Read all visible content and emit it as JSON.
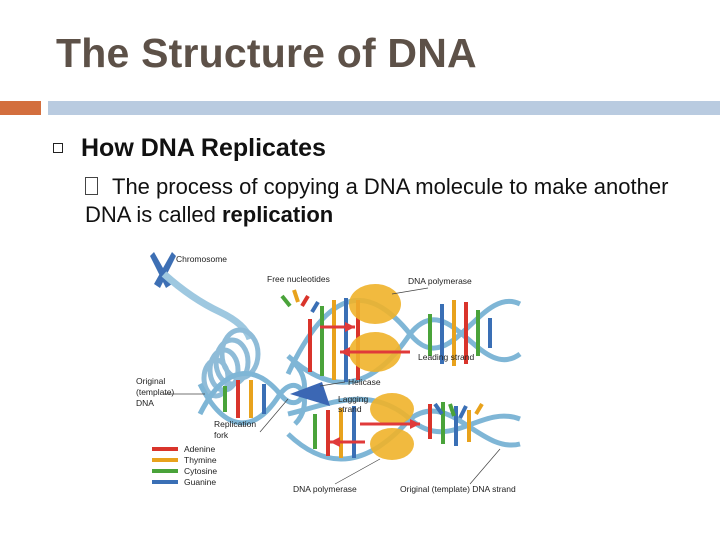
{
  "slide": {
    "title": "The Structure of DNA",
    "heading": "How DNA Replicates",
    "body_text": "The process of copying a DNA molecule to make another DNA is called ",
    "body_emphasis": "replication"
  },
  "figure": {
    "labels": {
      "chromosome": "Chromosome",
      "free_nucleotides": "Free nucleotides",
      "dna_polymerase_top": "DNA polymerase",
      "leading_strand": "Leading strand",
      "original_dna": [
        "Original",
        "(template)",
        "DNA"
      ],
      "helicase": "Helicase",
      "lagging_strand": [
        "Lagging",
        "strand"
      ],
      "replication_fork": [
        "Replication",
        "fork"
      ],
      "dna_polymerase_bottom": "DNA polymerase",
      "original_strand_bottom": "Original (template) DNA strand"
    },
    "legend": [
      {
        "name": "Adenine",
        "color": "#d9342b"
      },
      {
        "name": "Thymine",
        "color": "#e8a21c"
      },
      {
        "name": "Cytosine",
        "color": "#4aa33a"
      },
      {
        "name": "Guanine",
        "color": "#3a6fb5"
      }
    ],
    "colors": {
      "backbone": "#7fb6d6",
      "polymerase": "#f0b22a",
      "helicase": "#3b67b4",
      "arrow": "#e03a3a"
    }
  }
}
